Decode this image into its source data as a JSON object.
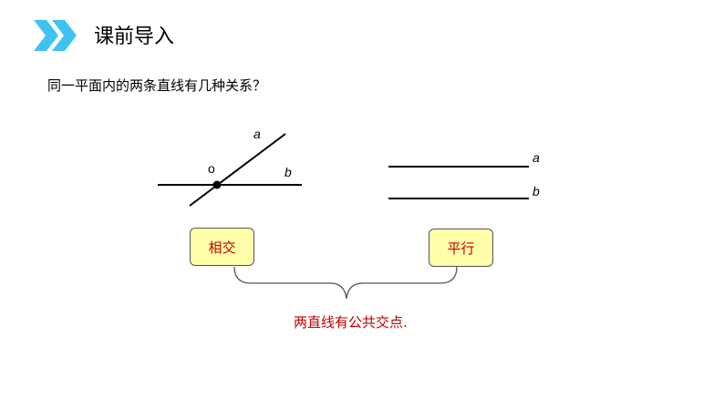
{
  "header": {
    "icon": "double-chevron-right-icon",
    "title": "课前导入",
    "accent_color": "#3ec3f0"
  },
  "question": "同一平面内的两条直线有几种关系？",
  "figure_intersecting": {
    "line_a_label": "a",
    "line_b_label": "b",
    "point_label": "o"
  },
  "figure_parallel": {
    "line_a_label": "a",
    "line_b_label": "b"
  },
  "tags": {
    "intersecting": "相交",
    "parallel": "平行",
    "box_color": "#ffffaa",
    "text_color": "#c00000"
  },
  "conclusion": "两直线有公共交点."
}
